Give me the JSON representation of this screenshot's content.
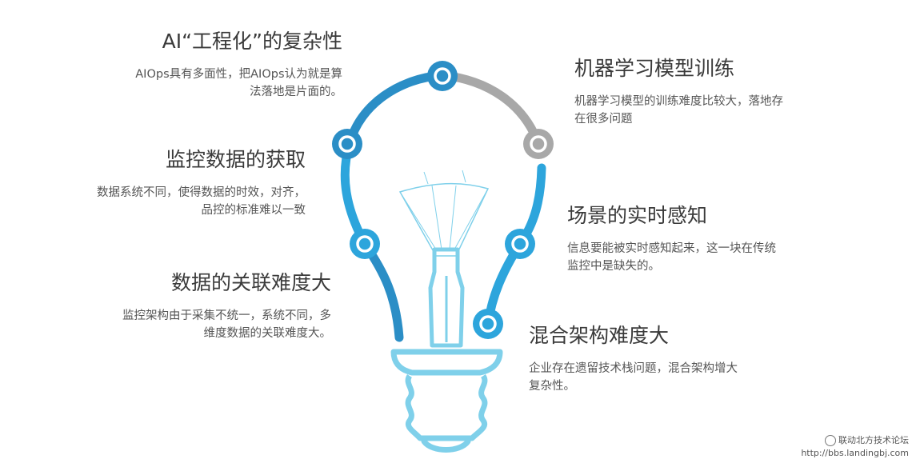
{
  "items": {
    "ai_eng": {
      "title": "AI“工程化”的复杂性",
      "desc_lines": [
        "AIOps具有多面性，把AIOps认为就是算",
        "法落地是片面的。"
      ]
    },
    "ml": {
      "title": "机器学习模型训练",
      "desc_lines": [
        "机器学习模型的训练难度比较大，落地存",
        "在很多问题"
      ]
    },
    "monitor": {
      "title": "监控数据的获取",
      "desc_lines": [
        "数据系统不同，使得数据的时效，对齐，",
        "品控的标准难以一致"
      ]
    },
    "realtime": {
      "title": "场景的实时感知",
      "desc_lines": [
        "信息要能被实时感知起来，这一块在传统",
        "监控中是缺失的。"
      ]
    },
    "assoc": {
      "title": "数据的关联难度大",
      "desc_lines": [
        "监控架构由于采集不统一，系统不同，多",
        "维度数据的关联难度大。"
      ]
    },
    "hybrid": {
      "title": "混合架构难度大",
      "desc_lines": [
        "企业存在遗留技术栈问题，混合架构增大",
        "复杂性。"
      ]
    }
  },
  "watermark": {
    "name": "联动北方技术论坛",
    "url": "http://bbs.landingbj.com"
  },
  "colors": {
    "dark_blue": "#2b8ec6",
    "mid_blue": "#2da5dc",
    "light_blue": "#7fd0ea",
    "gray": "#a8a8a8",
    "title": "#3a3a3a",
    "text": "#555555"
  }
}
